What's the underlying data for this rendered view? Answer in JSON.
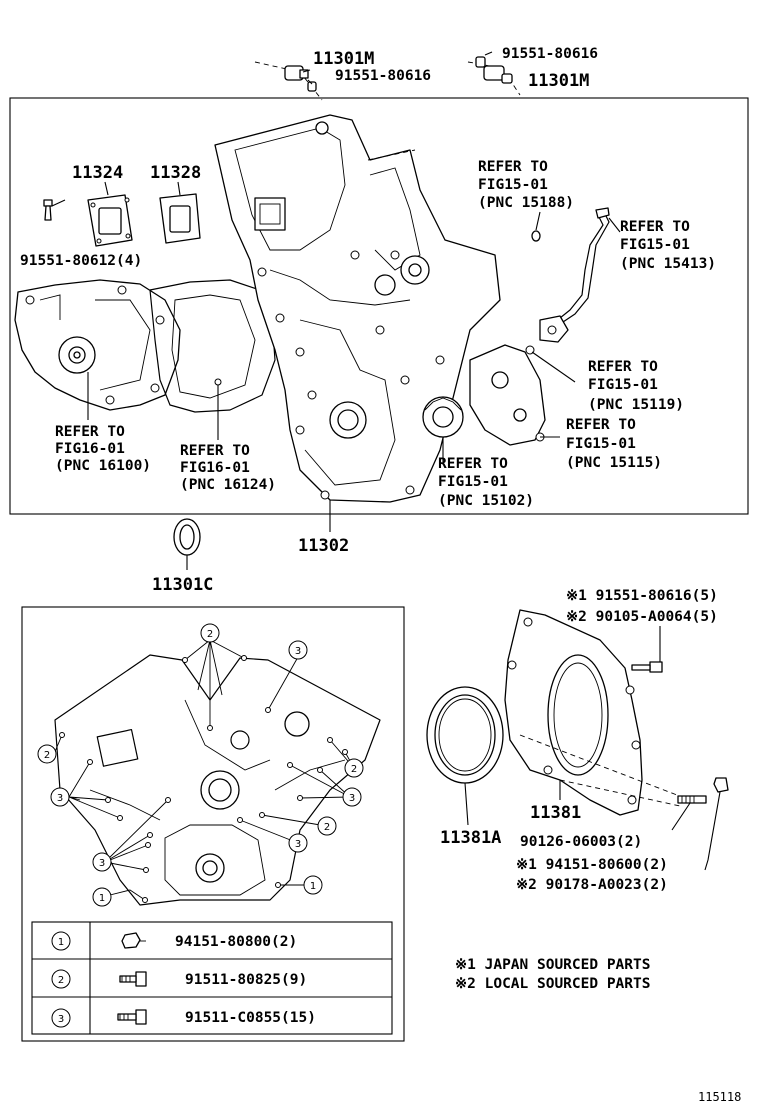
{
  "labels": {
    "p11301m_a": "11301M",
    "p91551_80616_a": "91551-80616",
    "p91551_80616_b": "91551-80616",
    "p11301m_b": "11301M",
    "p11324": "11324",
    "p11328": "11328",
    "p91551_80612": "91551-80612(4)",
    "refer_15188": [
      "REFER TO",
      "FIG15-01",
      "(PNC 15188)"
    ],
    "refer_15413": [
      "REFER TO",
      "FIG15-01",
      "(PNC 15413)"
    ],
    "refer_15119": [
      "REFER TO",
      "FIG15-01",
      "(PNC 15119)"
    ],
    "refer_15115": [
      "REFER TO",
      "FIG15-01",
      "(PNC 15115)"
    ],
    "refer_15102": [
      "REFER TO",
      "FIG15-01",
      "(PNC 15102)"
    ],
    "refer_16100": [
      "REFER TO",
      "FIG16-01",
      "(PNC 16100)"
    ],
    "refer_16124": [
      "REFER TO",
      "FIG16-01",
      "(PNC 16124)"
    ],
    "p11302": "11302",
    "p11301c": "11301C",
    "p11381": "11381",
    "p11381a": "11381A",
    "bolt1_line1": "※1 91551-80616(5)",
    "bolt1_line2": "※2 90105-A0064(5)",
    "stud": "90126-06003(2)",
    "nut_line1": "※1 94151-80600(2)",
    "nut_line2": "※2 90178-A0023(2)",
    "note1": "※1 JAPAN SOURCED PARTS",
    "note2": "※2 LOCAL SOURCED PARTS",
    "figure_id": "115118"
  },
  "callouts": [
    "1",
    "2",
    "3"
  ],
  "table": {
    "rows": [
      {
        "key": "1",
        "part": "94151-80800(2)"
      },
      {
        "key": "2",
        "part": "91511-80825(9)"
      },
      {
        "key": "3",
        "part": "91511-C0855(15)"
      }
    ]
  }
}
